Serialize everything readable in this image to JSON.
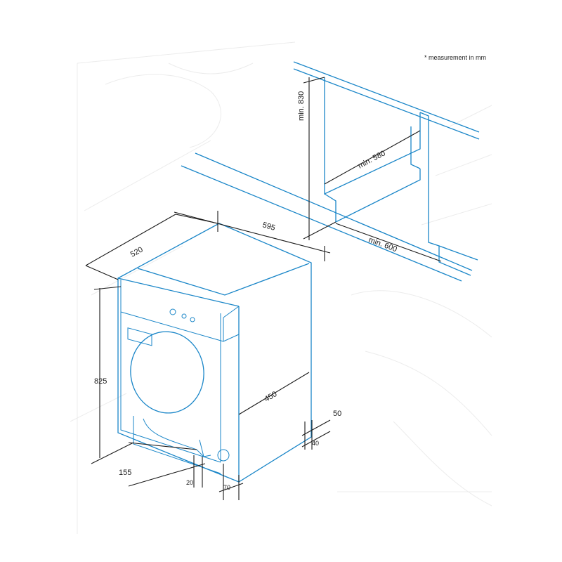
{
  "note": "* measurement in mm",
  "dimensions": {
    "min_830": "min. 830",
    "min_580": "min. 580",
    "min_600": "min. 600",
    "d520": "520",
    "d595": "595",
    "d825": "825",
    "d450": "450",
    "d155": "155",
    "d20": "20",
    "d70": "70",
    "d50": "50",
    "d40": "40"
  },
  "colors": {
    "outline": "#1a86c8",
    "dimension": "#1a1a1a"
  }
}
